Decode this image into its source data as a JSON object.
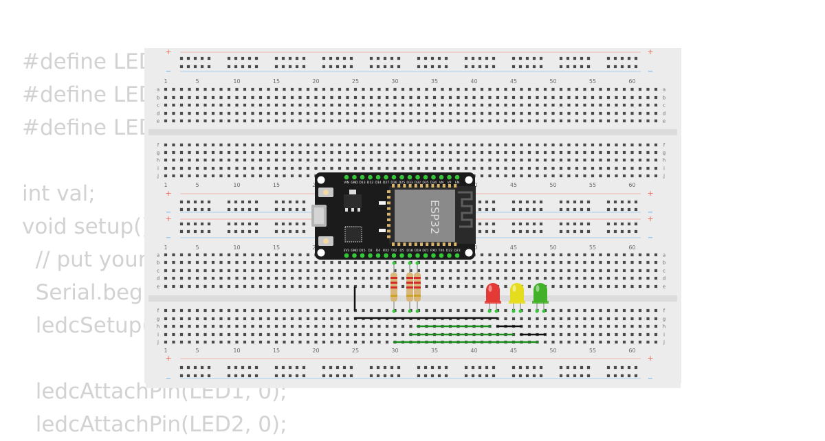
{
  "code_lines": [
    "#define LED",
    "#define LED",
    "#define LED",
    "",
    "int val;",
    "void setup()",
    "  // put your",
    "  Serial.begi",
    "  ledcSetup(",
    "",
    "  ledcAttachPin(LED1, 0);",
    "  ledcAttachPin(LED2, 0);"
  ],
  "breadboard": {
    "column_numbers": [
      "1",
      "5",
      "10",
      "15",
      "20",
      "25",
      "30",
      "35",
      "40",
      "45",
      "50",
      "55",
      "60"
    ],
    "row_letters_top": [
      "a",
      "b",
      "c",
      "d",
      "e"
    ],
    "row_letters_bottom": [
      "f",
      "g",
      "h",
      "i",
      "j"
    ],
    "rail_plus": "+",
    "rail_minus": "−"
  },
  "esp32": {
    "chip_label": "ESP32",
    "top_pins": [
      "VIN",
      "GND",
      "D13",
      "D12",
      "D14",
      "D27",
      "D26",
      "D25",
      "D33",
      "D32",
      "D35",
      "D34",
      "VN",
      "VP",
      "EN"
    ],
    "bottom_pins": [
      "3V3",
      "GND",
      "D15",
      "D2",
      "D4",
      "RX2",
      "TX2",
      "D5",
      "D18",
      "D19",
      "D21",
      "RX0",
      "TX0",
      "D22",
      "D23"
    ]
  },
  "leds": [
    {
      "color": "#e53935",
      "name": "red"
    },
    {
      "color": "#e6dc1e",
      "name": "yellow"
    },
    {
      "color": "#43b02a",
      "name": "green"
    }
  ],
  "colors": {
    "board": "#ececec",
    "hole": "#4a4a4a",
    "rail_red": "#f0b3ab",
    "rail_blue": "#a9d1f0",
    "esp_body": "#1b1b1b",
    "pin_green": "#35c63a",
    "wire_black": "#111111",
    "wire_green": "#1e8e1e"
  }
}
